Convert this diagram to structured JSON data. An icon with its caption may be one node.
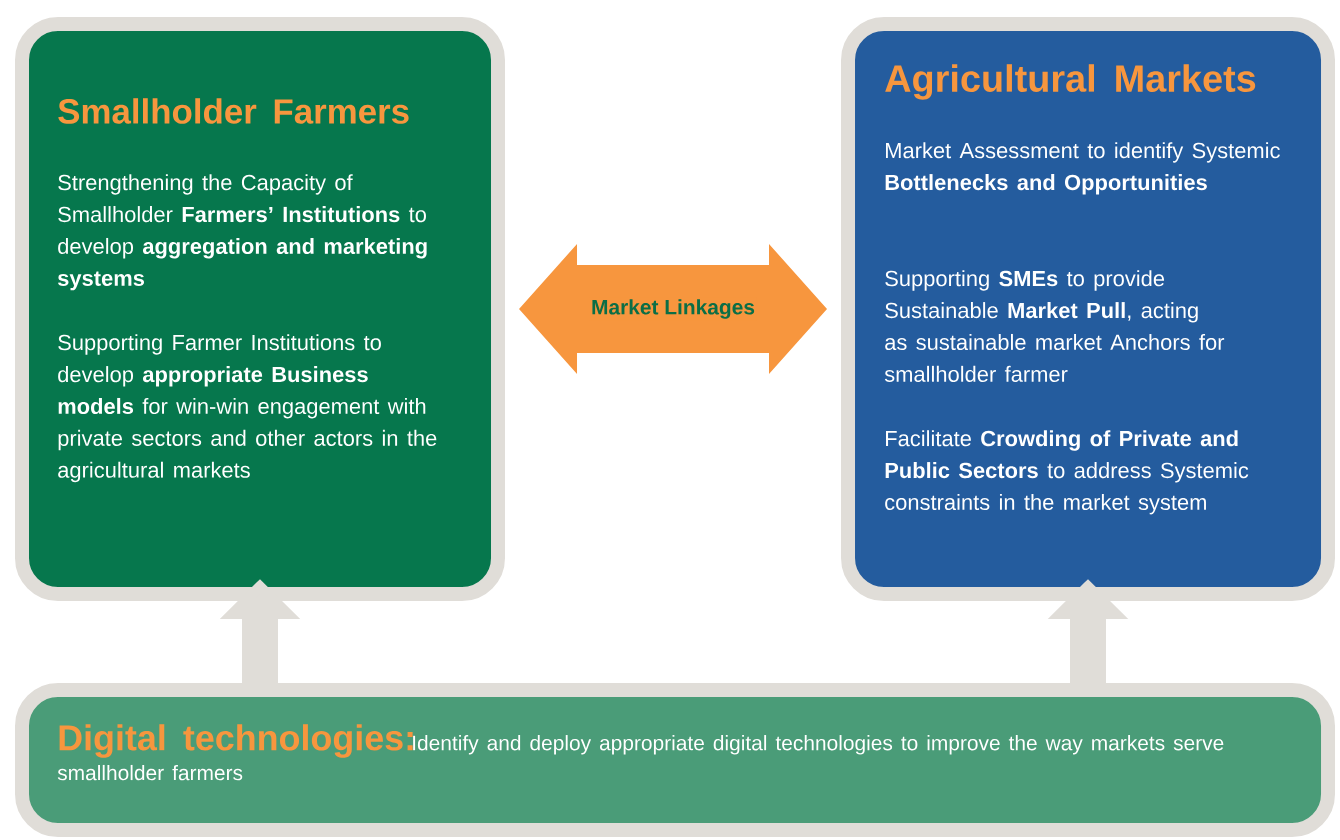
{
  "diagram": {
    "nodes": [
      {
        "text": [
          "Smallholder Farmers",
          "Strengthening the Capacity of Smallholder **Farmers’ Institutions** to develop **aggregation and marketing systems**",
          "Supporting Farmer Institutions to develop **appropriate Business models** for win-win engagement with private sectors and other actors in the agricultural markets"
        ]
      },
      {
        "text": [
          "Agricultural Markets",
          "Market Assessment to identify Systemic **Bottlenecks and Opportunities**",
          "Supporting **SMEs** to provide Sustainable **Market Pull**, acting as sustainable market Anchors for smallholder farmer",
          "Facilitate **Crowding of Private and Public Sectors** to address Systemic constraints in the market system"
        ]
      },
      {
        "text": [
          "Digital technologies:",
          "Identify and deploy appropriate digital technologies to improve the way markets serve smallholder farmers"
        ]
      }
    ],
    "edges": [
      {
        "from": 0,
        "to": 1,
        "arrow": "both",
        "label": "Market Linkages",
        "style": "thick",
        "color": "#f7963e"
      },
      {
        "from": 2,
        "to": 0,
        "arrow": "to"
      },
      {
        "from": 2,
        "to": 1,
        "arrow": "to"
      }
    ]
  }
}
